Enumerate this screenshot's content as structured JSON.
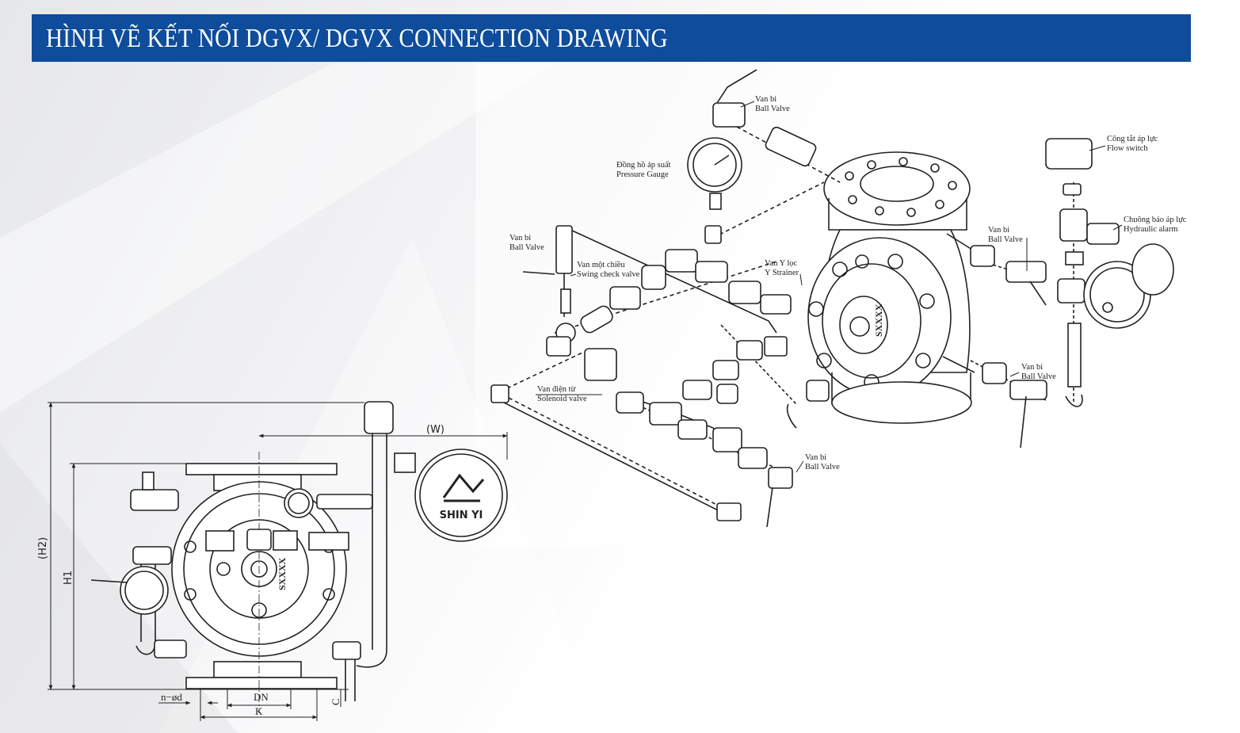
{
  "header": {
    "title": "HÌNH VẼ KẾT NỐI DGVX/ DGVX CONNECTION DRAWING"
  },
  "labels": {
    "ball_valve_top": {
      "vi": "Van bi",
      "en": "Ball Valve"
    },
    "pressure_gauge": {
      "vi": "Đồng hồ áp suất",
      "en": "Pressure Gauge"
    },
    "flow_switch": {
      "vi": "Công tắt áp lực",
      "en": "Flow switch"
    },
    "hydraulic_alarm": {
      "vi": "Chuông báo áp lực",
      "en": "Hydraulic alarm"
    },
    "ball_valve_left": {
      "vi": "Van bi",
      "en": "Ball Valve"
    },
    "swing_check": {
      "vi": "Van một chiều",
      "en": "Swing check valve"
    },
    "y_strainer": {
      "vi": "Van Y lọc",
      "en": "Y Strainer"
    },
    "ball_valve_mid": {
      "vi": "Van bi",
      "en": "Ball Valve"
    },
    "ball_valve_right": {
      "vi": "Van bi",
      "en": "Ball Valve"
    },
    "solenoid": {
      "vi": "Van điện từ",
      "en": "Solenoid valve"
    },
    "ball_valve_bottom": {
      "vi": "Van bi",
      "en": "Ball Valve"
    }
  },
  "dimensions": {
    "w": "(W)",
    "h2": "(H2)",
    "h1": "H1",
    "n_od": "n−ød",
    "dn": "DN",
    "k": "K",
    "c": "C"
  },
  "valve_marking": "SXXXX",
  "logo_text": "SHIN YI",
  "colors": {
    "header_bg": "#0e4c9c",
    "header_text": "#ffffff",
    "line": "#222222"
  }
}
